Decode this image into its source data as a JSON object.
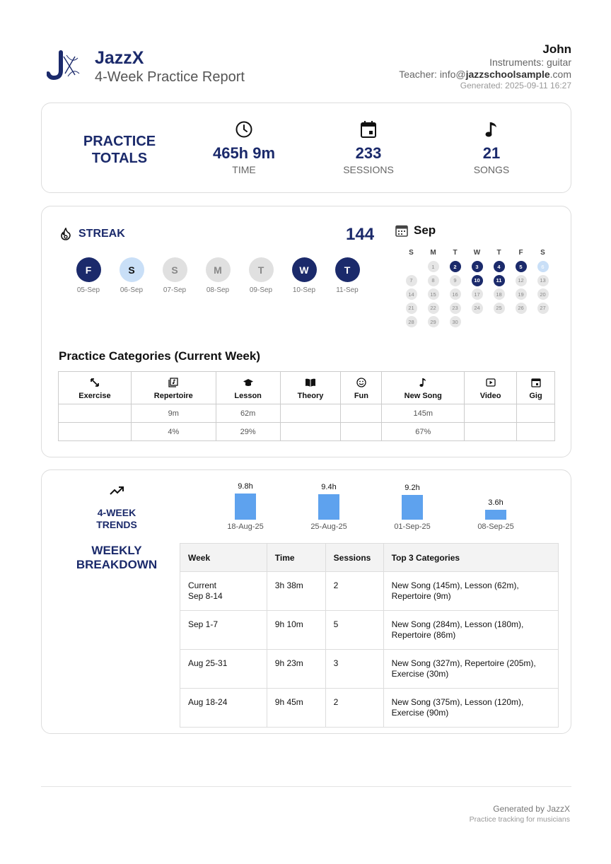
{
  "header": {
    "brand": "JazzX",
    "report_title": "4-Week Practice Report",
    "user": "John",
    "instruments": "Instruments: guitar",
    "teacher_prefix": "Teacher: info@",
    "teacher_bold": "jazzschoolsample",
    "teacher_suffix": ".com",
    "generated": "Generated: 2025-09-11 16:27"
  },
  "totals": {
    "title": "PRACTICE TOTALS",
    "time": {
      "value": "465h 9m",
      "label": "TIME",
      "icon": "clock-icon"
    },
    "sessions": {
      "value": "233",
      "label": "SESSIONS",
      "icon": "calendar-check-icon"
    },
    "songs": {
      "value": "21",
      "label": "SONGS",
      "icon": "music-note-icon"
    }
  },
  "streak": {
    "title": "STREAK",
    "count": "144",
    "days": [
      {
        "letter": "F",
        "date": "05-Sep",
        "state": "on"
      },
      {
        "letter": "S",
        "date": "06-Sep",
        "state": "part"
      },
      {
        "letter": "S",
        "date": "07-Sep",
        "state": "off"
      },
      {
        "letter": "M",
        "date": "08-Sep",
        "state": "off"
      },
      {
        "letter": "T",
        "date": "09-Sep",
        "state": "off"
      },
      {
        "letter": "W",
        "date": "10-Sep",
        "state": "on"
      },
      {
        "letter": "T",
        "date": "11-Sep",
        "state": "on"
      }
    ]
  },
  "calendar": {
    "month": "Sep",
    "weekdays": [
      "S",
      "M",
      "T",
      "W",
      "T",
      "F",
      "S"
    ],
    "weeks": [
      [
        null,
        "1",
        "2",
        "3",
        "4",
        "5",
        "6"
      ],
      [
        "7",
        "8",
        "9",
        "10",
        "11",
        "12",
        "13"
      ],
      [
        "14",
        "15",
        "16",
        "17",
        "18",
        "19",
        "20"
      ],
      [
        "21",
        "22",
        "23",
        "24",
        "25",
        "26",
        "27"
      ],
      [
        "28",
        "29",
        "30",
        null,
        null,
        null,
        null
      ]
    ],
    "active_days": [
      "2",
      "3",
      "4",
      "5",
      "10",
      "11"
    ],
    "highlight_day": "6"
  },
  "categories": {
    "title": "Practice Categories (Current Week)",
    "columns": [
      {
        "label": "Exercise",
        "icon": "exercise-arrows-icon",
        "minutes": "",
        "percent": ""
      },
      {
        "label": "Repertoire",
        "icon": "repertoire-icon",
        "minutes": "9m",
        "percent": "4%"
      },
      {
        "label": "Lesson",
        "icon": "graduation-cap-icon",
        "minutes": "62m",
        "percent": "29%"
      },
      {
        "label": "Theory",
        "icon": "book-icon",
        "minutes": "",
        "percent": ""
      },
      {
        "label": "Fun",
        "icon": "smiley-icon",
        "minutes": "",
        "percent": ""
      },
      {
        "label": "New Song",
        "icon": "music-note-icon",
        "minutes": "145m",
        "percent": "67%"
      },
      {
        "label": "Video",
        "icon": "video-icon",
        "minutes": "",
        "percent": ""
      },
      {
        "label": "Gig",
        "icon": "calendar-icon",
        "minutes": "",
        "percent": ""
      }
    ]
  },
  "trends": {
    "title": "4-WEEK TRENDS",
    "breakdown_title": "WEEKLY BREAKDOWN"
  },
  "chart_data": {
    "type": "bar",
    "categories": [
      "18-Aug-25",
      "25-Aug-25",
      "01-Sep-25",
      "08-Sep-25"
    ],
    "values": [
      9.8,
      9.4,
      9.2,
      3.6
    ],
    "value_labels": [
      "9.8h",
      "9.4h",
      "9.2h",
      "3.6h"
    ],
    "color": "#5ea2ee",
    "grid": false
  },
  "weekly": {
    "headers": [
      "Week",
      "Time",
      "Sessions",
      "Top 3 Categories"
    ],
    "rows": [
      {
        "week": "Current",
        "week2": "Sep 8-14",
        "time": "3h 38m",
        "sessions": "2",
        "top": "New Song (145m), Lesson (62m), Repertoire (9m)"
      },
      {
        "week": "Sep 1-7",
        "week2": "",
        "time": "9h 10m",
        "sessions": "5",
        "top": "New Song (284m), Lesson (180m), Repertoire (86m)"
      },
      {
        "week": "Aug 25-31",
        "week2": "",
        "time": "9h 23m",
        "sessions": "3",
        "top": "New Song (327m), Repertoire (205m), Exercise (30m)"
      },
      {
        "week": "Aug 18-24",
        "week2": "",
        "time": "9h 45m",
        "sessions": "2",
        "top": "New Song (375m), Lesson (120m), Exercise (90m)"
      }
    ]
  },
  "footer": {
    "line1": "Generated by JazzX",
    "line2": "Practice tracking for musicians"
  },
  "colors": {
    "navy": "#1b2a6b",
    "bar": "#5ea2ee",
    "partial": "#c9dff7"
  }
}
